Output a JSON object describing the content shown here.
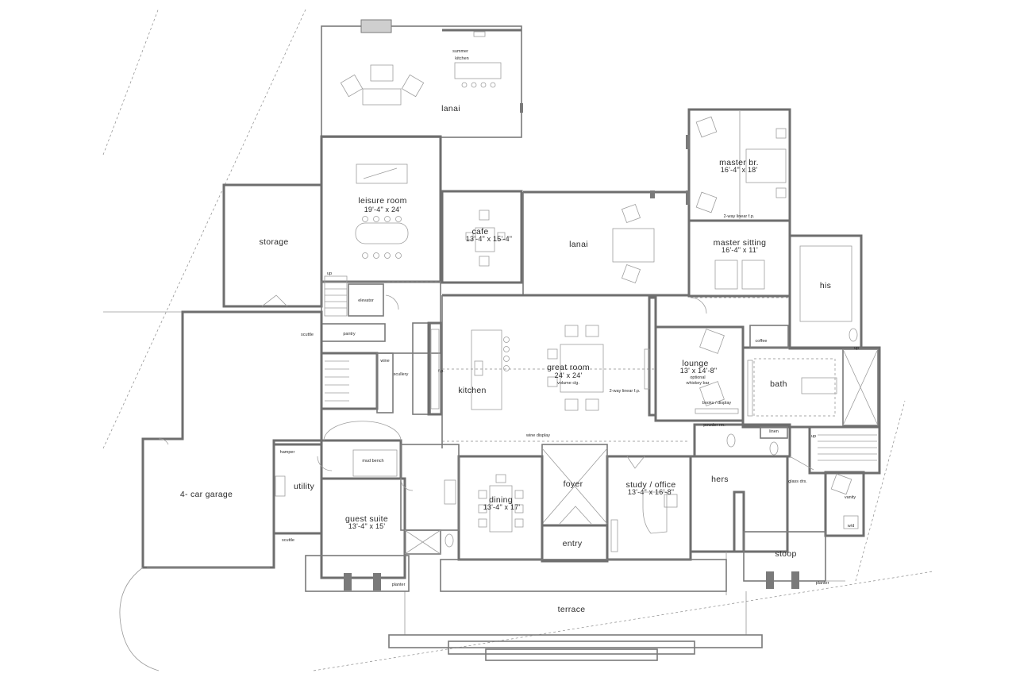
{
  "rooms": {
    "lanai_top": "lanai",
    "summer_kitchen_1": "summer",
    "summer_kitchen_2": "kitchen",
    "leisure_room": "leisure room",
    "leisure_room_dim": "19'-4\" x 24'",
    "storage": "storage",
    "cafe": "cafe",
    "cafe_dim": "13'-4\" x 15'-4\"",
    "lanai_mid": "lanai",
    "master_br": "master br.",
    "master_br_dim": "16'-4\" x 18'",
    "linear_fp_top": "2-way linear f.p.",
    "master_sitting": "master sitting",
    "master_sitting_dim": "16'-4\" x 11'",
    "his": "his",
    "up_top": "up",
    "elevator": "elevator",
    "scuttle_top": "scuttle",
    "pantry": "pantry",
    "wine": "wine",
    "scullery": "scullery",
    "fp": "f.p.",
    "kitchen": "kitchen",
    "great_room": "great room",
    "great_room_dim": "24' x 24'",
    "volume_clg": "volume clg.",
    "linear_fp_mid": "2-way linear f.p.",
    "lounge": "lounge",
    "lounge_dim": "13' x 14'-8\"",
    "lounge_note_1": "optional",
    "lounge_note_2": "whiskey bar",
    "books_display": "books / display",
    "coffee": "coffee",
    "bath": "bath",
    "linen": "linen",
    "up_mid": "up",
    "up_lower": "up",
    "powder_rm": "powder rm.",
    "wine_display": "wine display",
    "hamper": "hamper",
    "mud_bench": "mud bench",
    "utility": "utility",
    "garage": "4- car garage",
    "guest_suite": "guest suite",
    "guest_suite_dim": "13'-4\" x 15'",
    "scuttle_bottom": "scuttle",
    "dining": "dining",
    "dining_dim": "13'-4\" x 17'",
    "foyer": "foyer",
    "entry": "entry",
    "study": "study / office",
    "study_dim": "13'-4\" x 16'-8\"",
    "hers": "hers",
    "glass_drs": "glass drs.",
    "vanity": "vanity",
    "wd": "w/d",
    "stoop": "stoop",
    "planter_left": "planter",
    "planter_right": "planter",
    "terrace": "terrace"
  }
}
